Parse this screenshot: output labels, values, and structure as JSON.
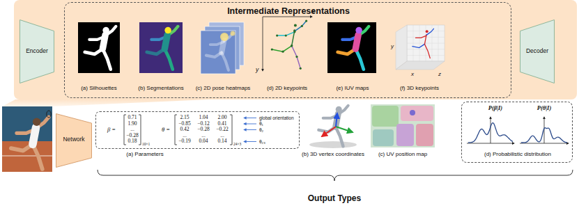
{
  "diagram": {
    "nodes": [
      {
        "text": [
          "Encoder"
        ]
      },
      {
        "text": [
          "Intermediate Representations"
        ]
      },
      {
        "text": [
          "(a) Silhouettes"
        ],
        "in": 1
      },
      {
        "text": [
          "(b) Segmentations"
        ],
        "in": 1
      },
      {
        "text": [
          "(c) 2D pose heatmaps"
        ],
        "in": 1
      },
      {
        "text": [
          "(d) 2D keypoints"
        ],
        "in": 1
      },
      {
        "text": [
          "(e) IUV maps"
        ],
        "in": 1
      },
      {
        "text": [
          "(f) 3D keypoints"
        ],
        "in": 1
      },
      {
        "text": [
          "Decoder"
        ]
      },
      {
        "text": [
          "Network"
        ]
      },
      {
        "text": [
          "(a) Parameters"
        ]
      },
      {
        "text": [
          "(b) 3D vertex coordinates"
        ]
      },
      {
        "text": [
          "(c) UV position map"
        ]
      },
      {
        "text": [
          "P(β|I)",
          "P(θ|I)",
          "(d) Probabilistic distribution"
        ]
      }
    ],
    "labels": [
      "x",
      "y",
      "y",
      "x",
      "z",
      "β =",
      "0.71",
      "1.90",
      "...",
      "−0.28",
      "0.18",
      "10×1",
      "θ =",
      "2.15",
      "1.04",
      "2.00",
      "−0.85",
      "−0.12",
      "0.41",
      "0.42",
      "−0.28",
      "−0.22",
      "...",
      "...",
      "...",
      "−0.19",
      "0.04",
      "0.14",
      "24×3",
      "global orientation",
      "θ₁",
      "θ₂",
      "θ₂₃",
      "Output Types"
    ]
  }
}
